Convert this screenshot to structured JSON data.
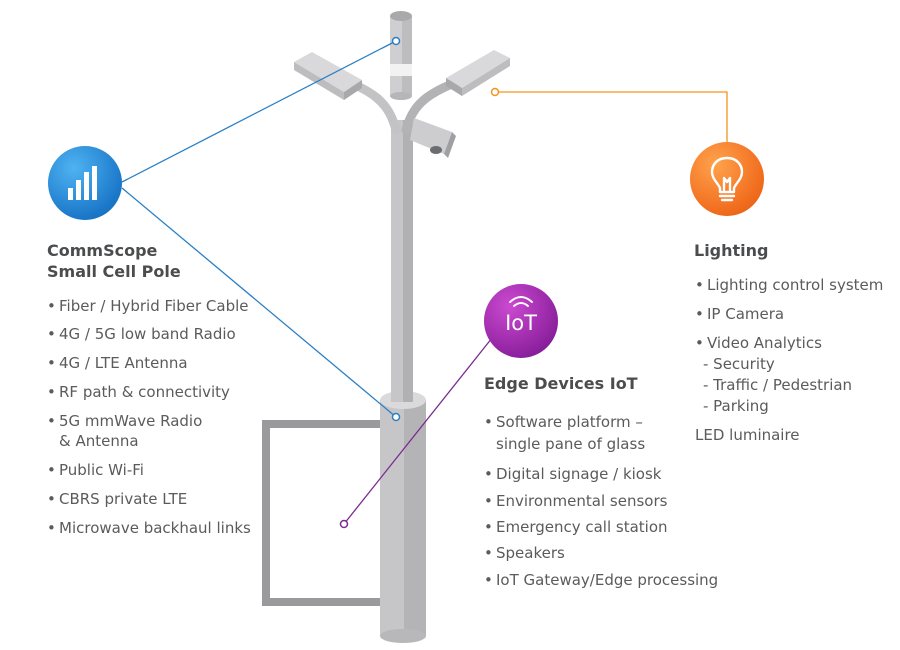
{
  "colors": {
    "commscope_blue": "#1b78c9",
    "lighting_orange": "#f5931f",
    "iot_purple": "#7a2b8f",
    "pole_gray": "#c9c9cb",
    "text_gray": "#5a5b5d"
  },
  "icons": {
    "small_cell": "signal-bars-icon",
    "lighting": "light-bulb-icon",
    "iot": "iot-wifi-icon"
  },
  "commscope": {
    "title_line1": "CommScope",
    "title_line2": "Small Cell Pole",
    "items": [
      "Fiber / Hybrid Fiber Cable",
      "4G / 5G low band Radio",
      "4G / LTE Antenna",
      "RF path & connectivity",
      "5G mmWave Radio",
      "Public Wi-Fi",
      "CBRS private LTE",
      "Microwave backhaul links"
    ],
    "item5_line2": "& Antenna"
  },
  "lighting": {
    "title": "Lighting",
    "items": [
      "Lighting control system",
      "IP Camera",
      "Video Analytics"
    ],
    "sub_items": [
      "- Security",
      "- Traffic / Pedestrian",
      "- Parking"
    ],
    "footer": "LED luminaire"
  },
  "iot": {
    "icon_text": "IoT",
    "title": "Edge Devices IoT",
    "item1_line1": "Software platform –",
    "item1_line2": "single pane of glass",
    "items": [
      "Digital signage / kiosk",
      "Environmental sensors",
      "Emergency call station",
      "Speakers",
      "IoT Gateway/Edge processing"
    ]
  }
}
